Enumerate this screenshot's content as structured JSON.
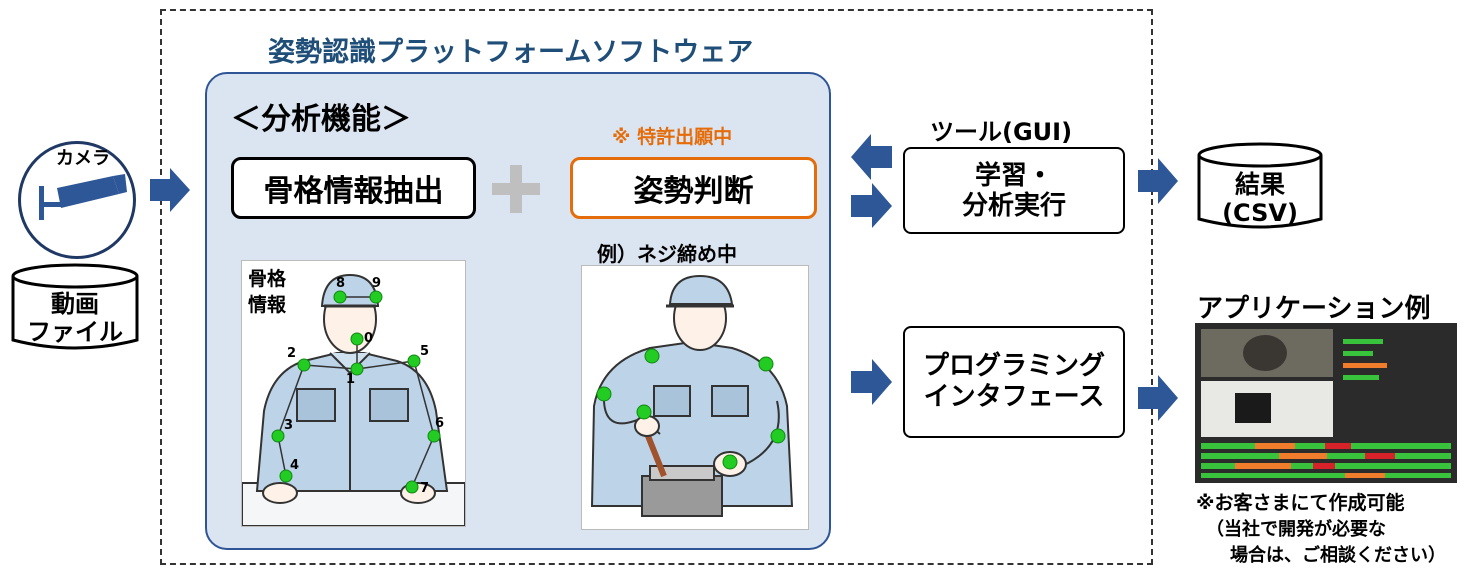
{
  "platform": {
    "title": "姿勢認識プラットフォームソフトウェア"
  },
  "analysis": {
    "title": "＜分析機能＞",
    "skeleton_box": "骨格情報抽出",
    "posture_box": "姿勢判断",
    "patent_note": "※ 特許出願中",
    "skeleton_caption_line1": "骨格",
    "skeleton_caption_line2": "情報",
    "example_label": "例）ネジ締め中",
    "keypoints": [
      "0",
      "1",
      "2",
      "3",
      "4",
      "5",
      "6",
      "7",
      "8",
      "9"
    ]
  },
  "inputs": {
    "camera_label": "カメラ",
    "video_line1": "動画",
    "video_line2": "ファイル"
  },
  "tool": {
    "heading": "ツール(GUI)",
    "line1": "学習・",
    "line2": "分析実行"
  },
  "result": {
    "line1": "結果",
    "line2": "(CSV)"
  },
  "programming": {
    "line1": "プログラミング",
    "line2": "インタフェース"
  },
  "app": {
    "title": "アプリケーション例",
    "note_line1": "※お客さまにて作成可能",
    "note_line2": "（当社で開発が必要な",
    "note_line3": "場合は、ご相談ください）"
  },
  "colors": {
    "arrow": "#2e5797",
    "panel_fill": "#dbe5f1",
    "panel_border": "#2f5597",
    "accent_orange": "#e46c0a",
    "keypoint_green": "#22cc22",
    "title_blue": "#1f4e79"
  }
}
